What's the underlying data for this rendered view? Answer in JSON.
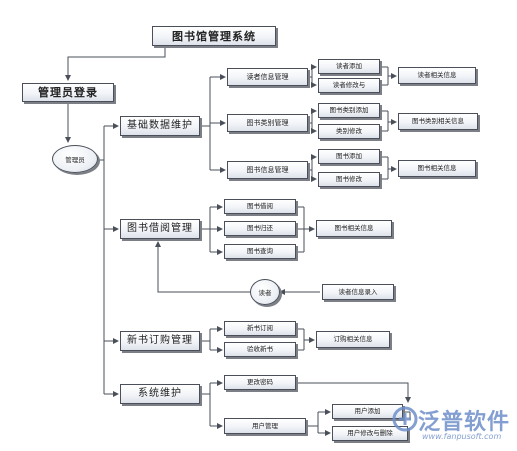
{
  "diagram": {
    "title": "图书馆管理系统",
    "admin_login": "管理员登录",
    "admin": "管理员",
    "modules": {
      "basic": "基础数据维护",
      "borrow": "图书借阅管理",
      "order": "新书订购管理",
      "system": "系统维护"
    },
    "basic_sub": {
      "reader_mgmt": "读者信息管理",
      "category_mgmt": "图书类别管理",
      "book_mgmt": "图书信息管理",
      "reader_add": "读者添加",
      "reader_edit": "读者修改与",
      "category_add": "图书类别添加",
      "category_edit": "类别修改",
      "book_add": "图书添加",
      "book_edit": "图书修改",
      "reader_info": "读者相关信息",
      "category_info": "图书类别相关信息",
      "book_info": "图书相关信息"
    },
    "borrow_sub": {
      "borrow": "图书借阅",
      "return": "图书归还",
      "query": "图书查询",
      "info": "图书相关信息",
      "reader": "读者",
      "reader_entry": "读者信息录入"
    },
    "order_sub": {
      "order": "新书订阅",
      "accept": "验收新书",
      "info": "订购相关信息"
    },
    "system_sub": {
      "change_pwd": "更改密码",
      "user_mgmt": "用户管理",
      "user_add": "用户添加",
      "user_edit_delete": "用户修改与删除"
    }
  },
  "watermark": {
    "brand": "泛普软件",
    "url": "www.fanpusoft.com",
    "color": "#6e8fc9"
  },
  "colors": {
    "line": "#4a4f5a",
    "box_fill": "#f2f4f8"
  }
}
